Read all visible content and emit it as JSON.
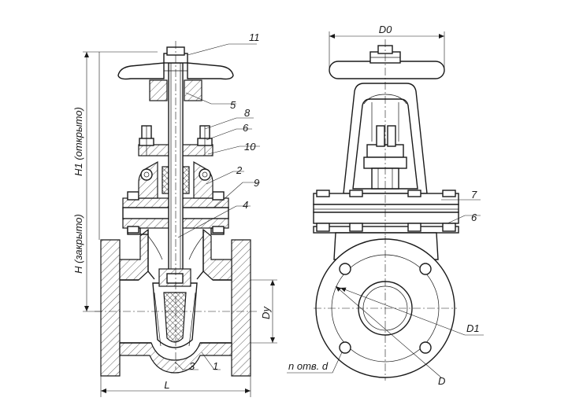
{
  "callouts": {
    "c1": "1",
    "c2": "2",
    "c3": "3",
    "c4": "4",
    "c5": "5",
    "c6": "6",
    "c6b": "6",
    "c7": "7",
    "c8": "8",
    "c9": "9",
    "c10": "10",
    "c11": "11"
  },
  "dimensions": {
    "L": "L",
    "H": "H (закрыто)",
    "H1": "H1 (открыто)",
    "Dy": "Dy",
    "D0": "D0",
    "D": "D",
    "D1": "D1",
    "holes": "n отв. d"
  }
}
